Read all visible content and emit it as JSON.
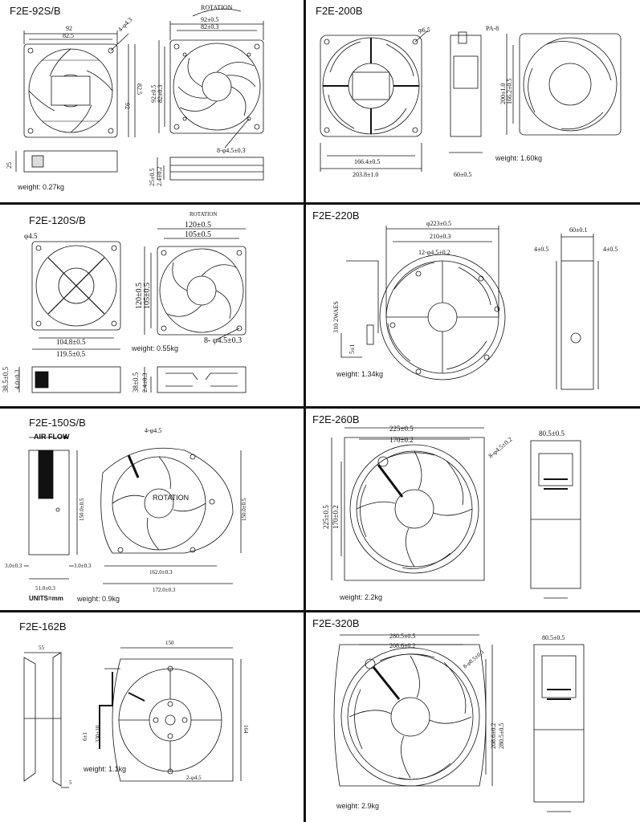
{
  "panels": [
    {
      "model": "F2E-92S/B",
      "weight": "weight: 0.27kg",
      "rotation": "ROTATION",
      "dims": {
        "w_outer": "92",
        "w_inner": "82.5",
        "hole": "4-φ4.3",
        "h_outer": "92",
        "h_inner": "82.5",
        "front_w": "92±0.5",
        "front_w2": "82±0.3",
        "front_h": "92±0.5",
        "front_h2": "82±0.3",
        "holes": "8-φ4.5±0.3",
        "depth": "25",
        "depth_side": "25±0.5",
        "depth_side2": "2.4±0.2"
      }
    },
    {
      "model": "F2E-200B",
      "weight": "weight: 1.60kg",
      "dims": {
        "hole": "φ6.5",
        "conn": "PA-8",
        "w_inner": "166.4±0.5",
        "w_outer": "203.8±1.0",
        "depth": "60±0.5",
        "h_outer": "200±1.0",
        "h_inner": "166.2±0.5"
      }
    },
    {
      "model": "F2E-120S/B",
      "weight": "weight: 0.55kg",
      "rotation": "ROTATION",
      "dims": {
        "hole": "φ4.5",
        "w_inner": "104.8±0.5",
        "w_outer": "119.5±0.5",
        "front_w": "120±0.5",
        "front_w2": "105±0.5",
        "front_h": "120±0.5",
        "front_h2": "105±0.5",
        "holes": "8- φ4.5±0.3",
        "depth": "38.5±0.5",
        "depth2": "4.0±0.3",
        "depth_side": "38±0.5",
        "depth_side2": "2.4±0.3"
      }
    },
    {
      "model": "F2E-220B",
      "weight": "weight: 1.34kg",
      "dims": {
        "dia": "φ223±0.5",
        "span": "210±0.3",
        "holes": "12-φ4.5±0.2",
        "lead": "310 2WAES",
        "lead2": "5±1",
        "depth": "60±0.1",
        "flange_l": "4±0.5",
        "flange_r": "4±0.5"
      }
    },
    {
      "model": "F2E-150S/B",
      "weight": "weight: 0.9kg",
      "airflow": "AIR FLOW",
      "rotation": "ROTATION",
      "units": "UNITS=mm",
      "dims": {
        "holes": "4-φ4.5",
        "side_h": "150.0±0.5",
        "flange_l": "3.0±0.3",
        "flange_r": "3.0±0.3",
        "depth": "51.0±0.3",
        "front_h": "150.0±0.5",
        "span": "162.0±0.3",
        "w_outer": "172.0±0.3"
      }
    },
    {
      "model": "F2E-260B",
      "weight": "weight: 2.2kg",
      "dims": {
        "w_outer": "225±0.5",
        "w_inner": "170±0.2",
        "holes": "8-φ4.5±0.2",
        "h_outer": "225±0.5",
        "h_inner": "170±0.2",
        "depth": "80.5±0.5"
      }
    },
    {
      "model": "F2E-162B",
      "weight": "weight: 1.1kg",
      "dims": {
        "depth": "55",
        "width": "150",
        "height": "164",
        "lead": "330±10",
        "lead2": "6±1",
        "flange": "5",
        "holes": "2-φ4.5"
      }
    },
    {
      "model": "F2E-320B",
      "weight": "weight: 2.9kg",
      "dims": {
        "w_outer": "280.5±0.5",
        "w_inner": "208.6±0.2",
        "holes": "8-φ8.5±0.3",
        "h_inner": "208.6±0.2",
        "h_outer": "280.5±0.5",
        "depth": "80.5±0.5"
      }
    }
  ]
}
